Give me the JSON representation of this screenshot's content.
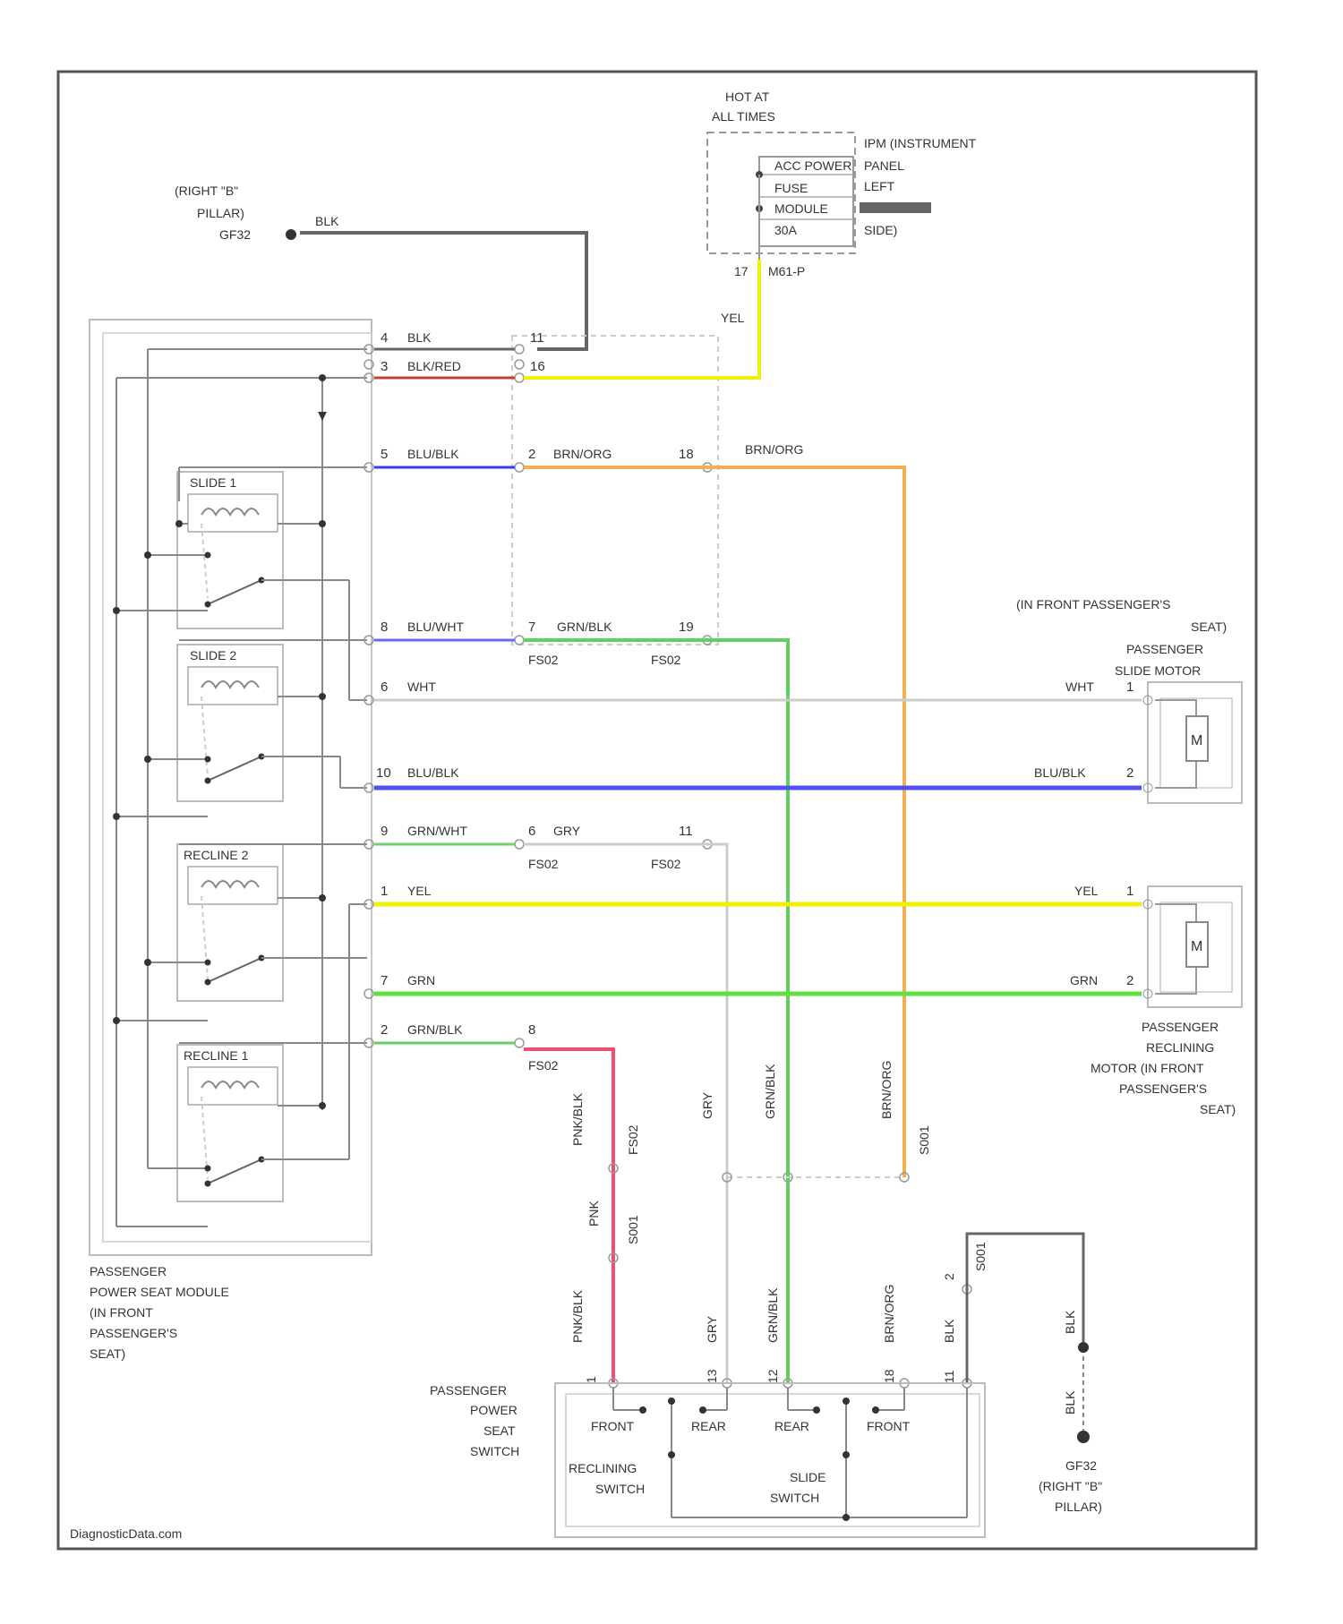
{
  "hot_at": {
    "line1": "HOT AT",
    "line2": "ALL TIMES"
  },
  "ipdm": {
    "title1": "IPM (INSTRUMENT",
    "title2": "PANEL",
    "title3": "LEFT",
    "title4": "SIDE)",
    "fuse1": "ACC POWER",
    "fuse2": "FUSE",
    "fuse3": "MODULE",
    "fuse4": "30A",
    "pin": "17",
    "conn": "M61-P"
  },
  "ground_top": {
    "line1": "(RIGHT \"B\"",
    "line2": "PILLAR)",
    "line3": "GF32",
    "wire": "BLK"
  },
  "module": {
    "line1": "PASSENGER",
    "line2": "POWER SEAT MODULE",
    "line3": "(IN FRONT",
    "line4": "PASSENGER'S",
    "line5": "SEAT)",
    "relays": [
      "SLIDE 1",
      "SLIDE 2",
      "RECLINE 2",
      "RECLINE 1"
    ]
  },
  "wires": {
    "blk": "BLK",
    "blk_red": "BLK/RED",
    "yel": "YEL",
    "blu_blk": "BLU/BLK",
    "brn_org": "BRN/ORG",
    "blu_wht": "BLU/WHT",
    "grn_blk": "GRN/BLK",
    "wht": "WHT",
    "grn_wht": "GRN/WHT",
    "gry": "GRY",
    "grn": "GRN",
    "pnk_blk": "PNK/BLK",
    "pnk": "PNK"
  },
  "pins": {
    "p4": "4",
    "p11": "11",
    "p3": "3",
    "p16": "16",
    "p5": "5",
    "p2": "2",
    "p8": "8",
    "p7": "7",
    "p19": "19",
    "p6": "6",
    "p10": "10",
    "p9": "9",
    "p1": "1",
    "p17": "17",
    "p13": "13",
    "p12": "12",
    "p18": "18"
  },
  "connectors": {
    "fs02": "FS02",
    "fs02b": "FS02",
    "fs02c": "FS02",
    "fs02d": "FS02",
    "fs02e": "FS02",
    "fs02f": "FS02",
    "s001": "S001"
  },
  "slide_motor": {
    "line1": "(IN FRONT PASSENGER'S",
    "line2": "SEAT)",
    "line3": "PASSENGER",
    "line4": "SLIDE MOTOR",
    "m": "M"
  },
  "recline_motor": {
    "line1": "PASSENGER",
    "line2": "RECLINING",
    "line3": "MOTOR (IN FRONT",
    "line4": "PASSENGER'S",
    "line5": "SEAT)",
    "m": "M"
  },
  "switch": {
    "line1": "PASSENGER",
    "line2": "POWER",
    "line3": "SEAT",
    "line4": "SWITCH",
    "front": "FRONT",
    "rear": "REAR",
    "rear2": "REAR",
    "front2": "FRONT",
    "recl1": "RECLINING",
    "recl2": "SWITCH",
    "slide1": "SLIDE",
    "slide2": "SWITCH"
  },
  "ground_bot": {
    "line1": "GF32",
    "line2": "(RIGHT \"B\"",
    "line3": "PILLAR)",
    "wire": "BLK",
    "wire2": "BLK"
  },
  "watermark": "DiagnosticData.com"
}
